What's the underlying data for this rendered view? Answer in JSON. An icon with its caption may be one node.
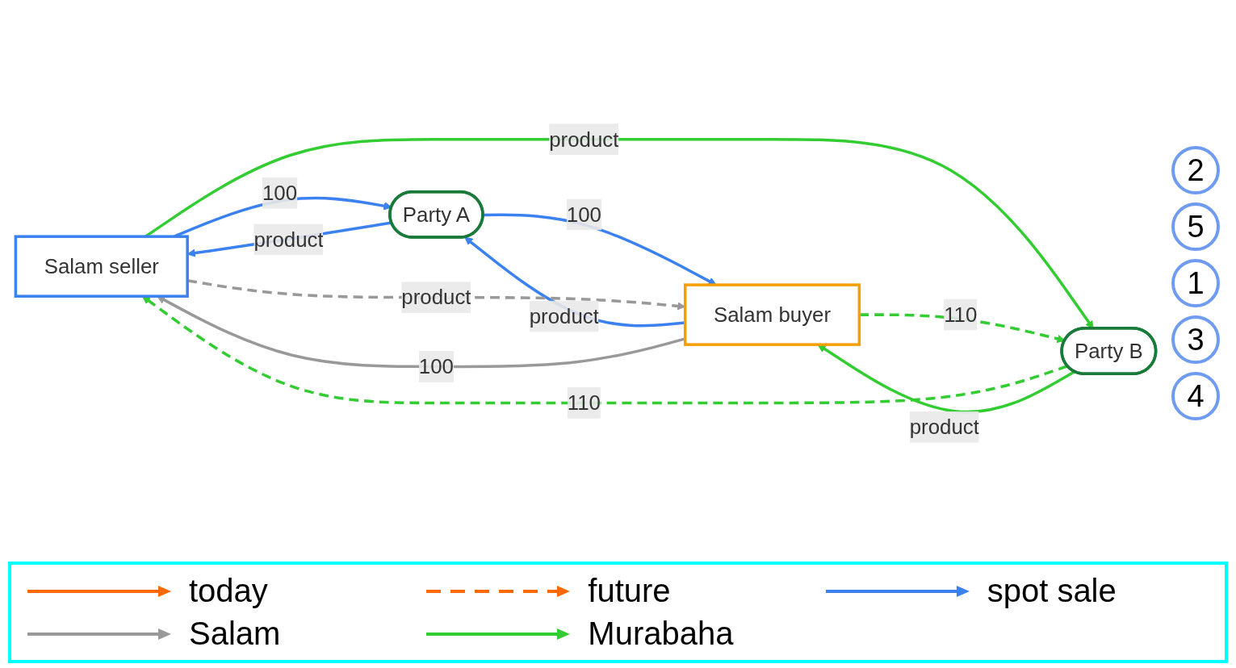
{
  "diagram": {
    "nodes": [
      {
        "text": [
          "Salam seller"
        ]
      },
      {
        "text": [
          "Party A"
        ]
      },
      {
        "text": [
          "Salam buyer"
        ]
      },
      {
        "text": [
          "Party B"
        ]
      }
    ],
    "edges": [
      {
        "from": 1,
        "to": 0,
        "arrow": "to",
        "label": "product",
        "color": "#3b82f0"
      },
      {
        "from": 0,
        "to": 1,
        "arrow": "to",
        "label": "100",
        "color": "#3b82f0"
      },
      {
        "from": 2,
        "to": 1,
        "arrow": "to",
        "label": "product",
        "color": "#3b82f0"
      },
      {
        "from": 1,
        "to": 2,
        "arrow": "to",
        "label": "100",
        "color": "#3b82f0"
      },
      {
        "from": 0,
        "to": 2,
        "arrow": "to",
        "label": "product",
        "style": "dashed",
        "color": "#999999"
      },
      {
        "from": 2,
        "to": 0,
        "arrow": "to",
        "label": "100",
        "color": "#999999"
      },
      {
        "from": 0,
        "to": 3,
        "arrow": "to",
        "label": "product",
        "color": "#33cc33"
      },
      {
        "from": 3,
        "to": 0,
        "arrow": "to",
        "label": "110",
        "style": "dashed",
        "color": "#33cc33"
      },
      {
        "from": 2,
        "to": 3,
        "arrow": "to",
        "label": "110",
        "style": "dashed",
        "color": "#33cc33"
      },
      {
        "from": 3,
        "to": 2,
        "arrow": "to",
        "label": "product",
        "color": "#33cc33"
      }
    ],
    "labels": [
      "2",
      "5",
      "1",
      "3",
      "4"
    ],
    "legend": [
      {
        "text": "today"
      },
      {
        "text": "future"
      },
      {
        "text": "spot sale"
      },
      {
        "text": "Salam"
      },
      {
        "text": "Murabaha"
      }
    ]
  }
}
